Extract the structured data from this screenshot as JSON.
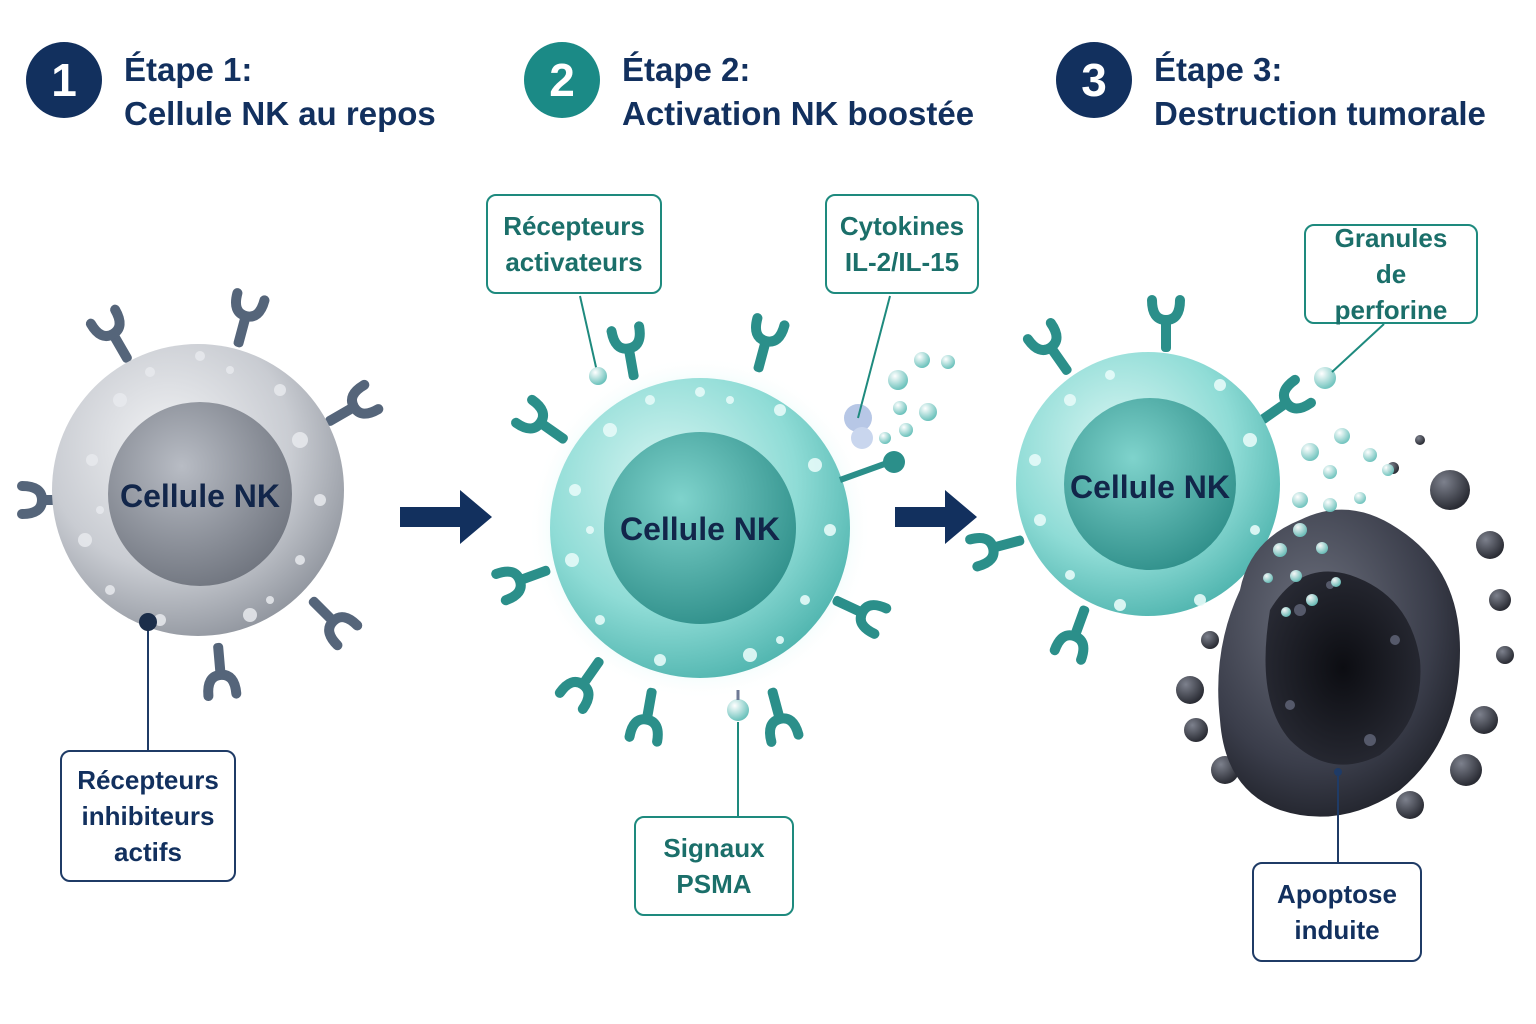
{
  "steps": [
    {
      "number": "1",
      "line1": "Étape 1:",
      "line2": "Cellule NK au repos",
      "badge_color": "#12305e"
    },
    {
      "number": "2",
      "line1": "Étape 2:",
      "line2": "Activation NK boostée",
      "badge_color": "#1b8a86"
    },
    {
      "number": "3",
      "line1": "Étape 3:",
      "line2": "Destruction tumorale",
      "badge_color": "#12305e"
    }
  ],
  "cells": {
    "resting": "Cellule NK",
    "activated": "Cellule NK",
    "killer": "Cellule NK"
  },
  "labels": {
    "inhibitory_receptors": "Récepteurs\ninhibiteurs\nactifs",
    "activating_receptors": "Récepteurs\nactivateurs",
    "cytokines": "Cytokines\nIL-2/IL-15",
    "psma_signals": "Signaux\nPSMA",
    "perforin_granules": "Granules\nde perforine",
    "apoptosis": "Apoptose\ninduite"
  },
  "colors": {
    "navy": "#12305e",
    "teal": "#1b8a86",
    "resting_cell": "#c9ccd2",
    "active_cell": "#8fdcd6",
    "tumor": "#3a3d4a"
  }
}
